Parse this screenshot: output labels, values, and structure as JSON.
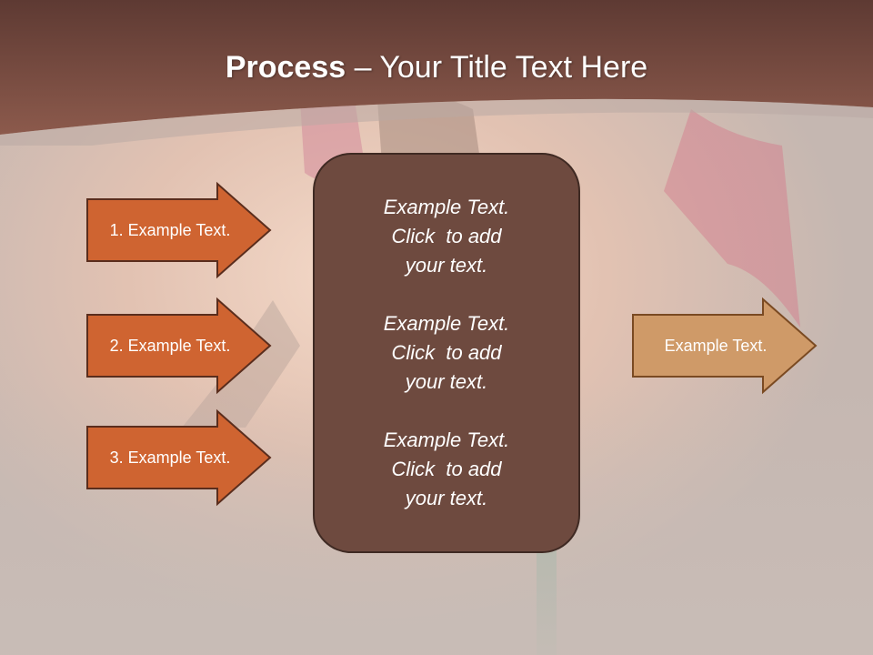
{
  "title": {
    "bold": "Process",
    "rest": " – Your Title Text Here"
  },
  "steps": [
    {
      "label": "1. Example Text."
    },
    {
      "label": "2. Example Text."
    },
    {
      "label": "3. Example Text."
    }
  ],
  "center_box": {
    "paragraphs": [
      {
        "lines": [
          "Example Text.",
          "Click  to add",
          "your text."
        ]
      },
      {
        "lines": [
          "Example Text.",
          "Click  to add",
          "your text."
        ]
      },
      {
        "lines": [
          "Example Text.",
          "Click  to add",
          "your text."
        ]
      }
    ]
  },
  "output": {
    "label": "Example Text."
  },
  "colors": {
    "title_bar": "#7d4d42",
    "step_arrow_fill": "#cf6431",
    "step_arrow_stroke": "#5a2d1d",
    "center_box_fill": "#6e4a3f",
    "output_arrow_fill": "#cf9a68",
    "output_arrow_stroke": "#7a4a22"
  }
}
